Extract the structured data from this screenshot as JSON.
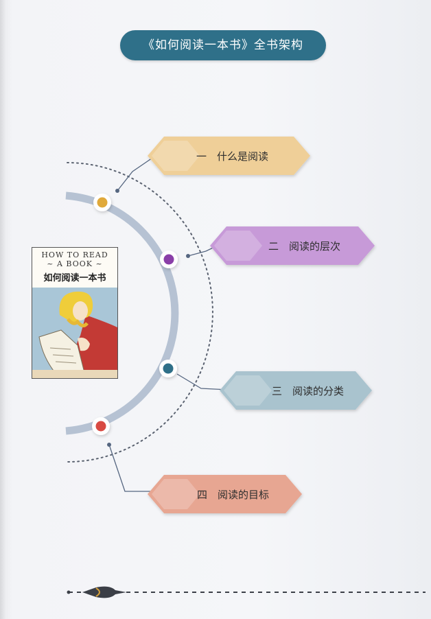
{
  "title": "《如何阅读一本书》全书架构",
  "book": {
    "title_line1": "HOW TO READ",
    "title_line2": "~ A BOOK ~",
    "title_cn": "如何阅读一本书"
  },
  "branches": [
    {
      "label": "一　什么是阅读",
      "color": "#efcf98",
      "dot": "#e0a93a"
    },
    {
      "label": "二　阅读的层次",
      "color": "#c79ad8",
      "dot": "#8a3fa8"
    },
    {
      "label": "三　阅读的分类",
      "color": "#a9c3ce",
      "dot": "#2f6f88"
    },
    {
      "label": "四　阅读的目标",
      "color": "#e7a692",
      "dot": "#d84a43"
    }
  ],
  "colors": {
    "title_bg": "#2f7089",
    "arc": "#b6c2d3",
    "connector": "#556680",
    "dotted": "#5a6270"
  }
}
